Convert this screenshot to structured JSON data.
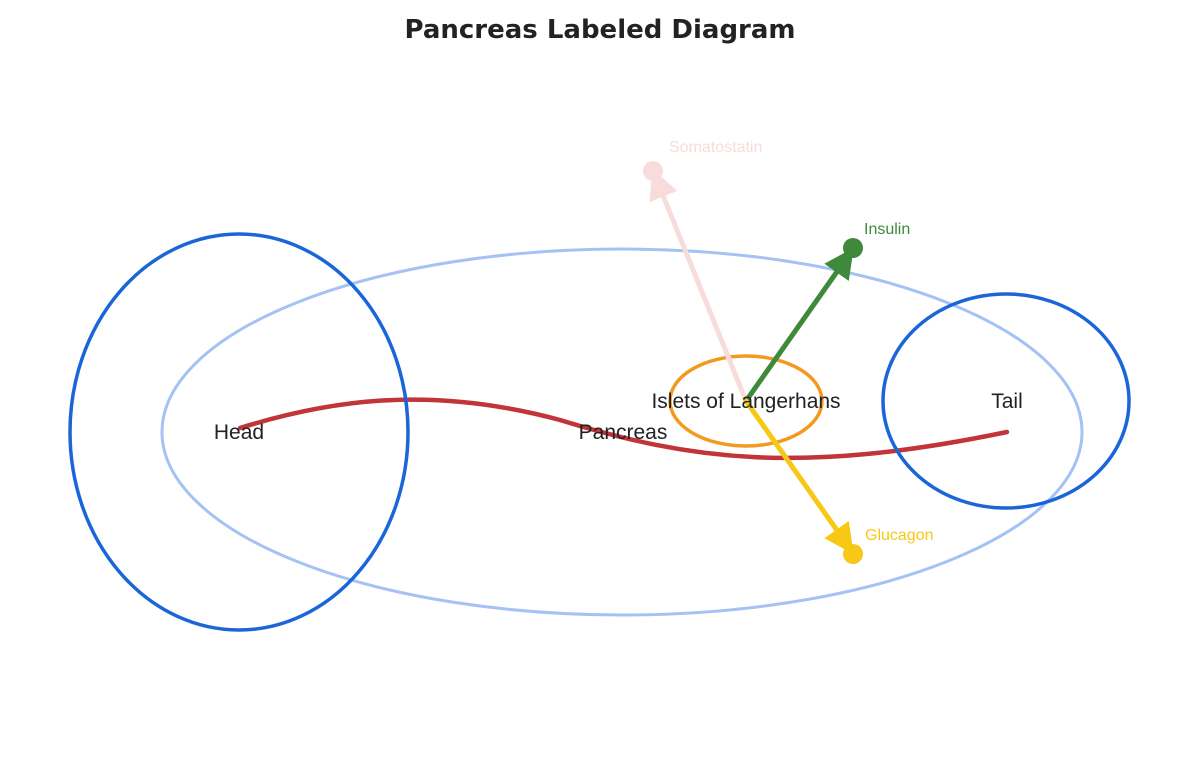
{
  "title": "Pancreas Labeled Diagram",
  "regions": {
    "pancreas": {
      "label": "Pancreas",
      "color": "#a4c2f4"
    },
    "head": {
      "label": "Head",
      "color": "#1a66d9"
    },
    "tail": {
      "label": "Tail",
      "color": "#1a66d9"
    },
    "islets": {
      "label": "Islets of Langerhans",
      "color": "#f39a1e"
    }
  },
  "duct": {
    "color": "#c0343a"
  },
  "hormones": [
    {
      "key": "somatostatin",
      "label": "Somatostatin",
      "color": "#f8dcdc"
    },
    {
      "key": "insulin",
      "label": "Insulin",
      "color": "#3f8a3a"
    },
    {
      "key": "glucagon",
      "label": "Glucagon",
      "color": "#f7c816"
    }
  ]
}
